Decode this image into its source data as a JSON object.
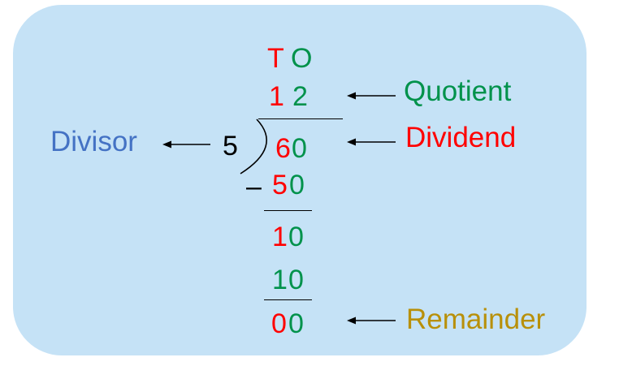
{
  "colors": {
    "panel": "#c5e2f6",
    "tens": "#ff0000",
    "ones": "#00924b",
    "quotient_label": "#00924b",
    "dividend_label": "#ff0000",
    "divisor_label": "#4472c4",
    "remainder_label": "#b8900a"
  },
  "place_values": {
    "tens": "T",
    "ones": "O"
  },
  "quotient": {
    "tens": "1",
    "ones": "2"
  },
  "divisor": "5",
  "dividend": {
    "tens": "6",
    "ones": "0"
  },
  "step1": {
    "minus": "–",
    "tens": "5",
    "ones": "0"
  },
  "step2": {
    "tens": "1",
    "ones": "0"
  },
  "step3": {
    "tens": "1",
    "ones": "0"
  },
  "remainder": {
    "tens": "0",
    "ones": "0"
  },
  "labels": {
    "quotient": "Quotient",
    "dividend": "Dividend",
    "divisor": "Divisor",
    "remainder": "Remainder"
  },
  "icons": [
    "arrow-left-icon"
  ]
}
